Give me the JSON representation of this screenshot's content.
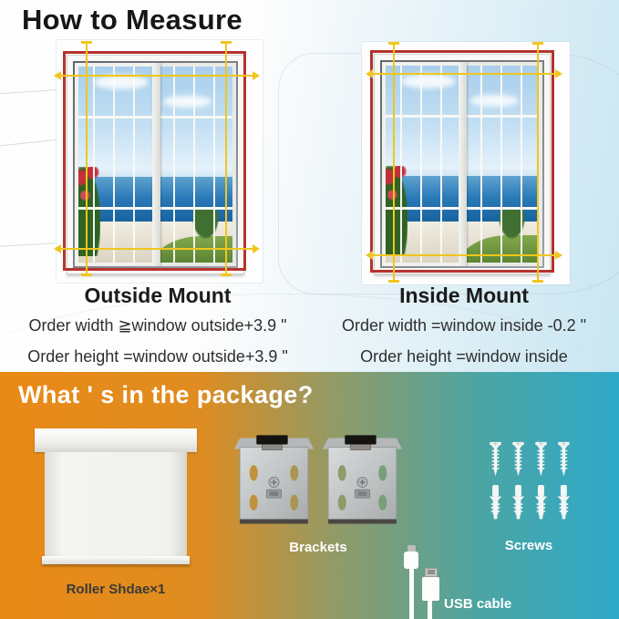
{
  "header": {
    "title": "How to Measure"
  },
  "measure": {
    "outside": {
      "label": "Outside Mount",
      "width_rule": "Order width ≧window outside+3.9 \"",
      "height_rule": "Order height =window outside+3.9 \""
    },
    "inside": {
      "label": "Inside Mount",
      "width_rule": "Order width =window inside -0.2 \"",
      "height_rule": "Order height =window inside"
    }
  },
  "package": {
    "title": "What ' s in the package?",
    "roller_label": "Roller Shdae×1",
    "brackets_label": "Brackets",
    "screws_label": "Screws",
    "usb_label": "USB cable"
  },
  "colors": {
    "measure_outline_red": "#b5342e",
    "measure_line_yellow": "#f0c61e",
    "package_gradient_left": "#e98a17",
    "package_gradient_right": "#2fa9ca",
    "top_right_blue": "#d3eaf4"
  }
}
